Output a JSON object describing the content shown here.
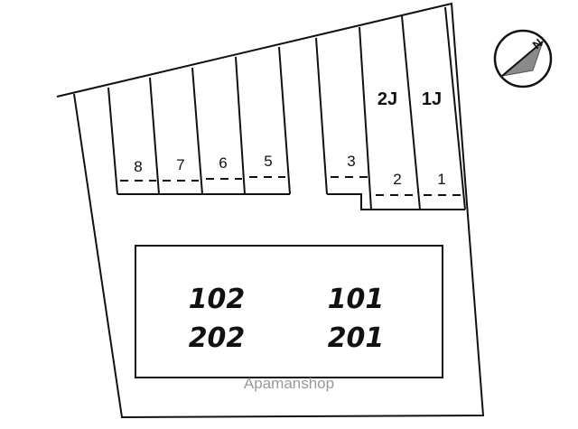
{
  "parking": {
    "slots": [
      {
        "label": "8"
      },
      {
        "label": "7"
      },
      {
        "label": "6"
      },
      {
        "label": "5"
      },
      {
        "label": "3"
      },
      {
        "label": "2"
      },
      {
        "label": "1"
      }
    ],
    "j_slots": [
      {
        "label": "2J"
      },
      {
        "label": "1J"
      }
    ]
  },
  "building": {
    "units": [
      {
        "label": "102"
      },
      {
        "label": "101"
      },
      {
        "label": "202"
      },
      {
        "label": "201"
      }
    ]
  },
  "compass": {
    "label": "N",
    "icon": "north-arrow-icon"
  },
  "watermark": {
    "text": "Apamanshop"
  }
}
